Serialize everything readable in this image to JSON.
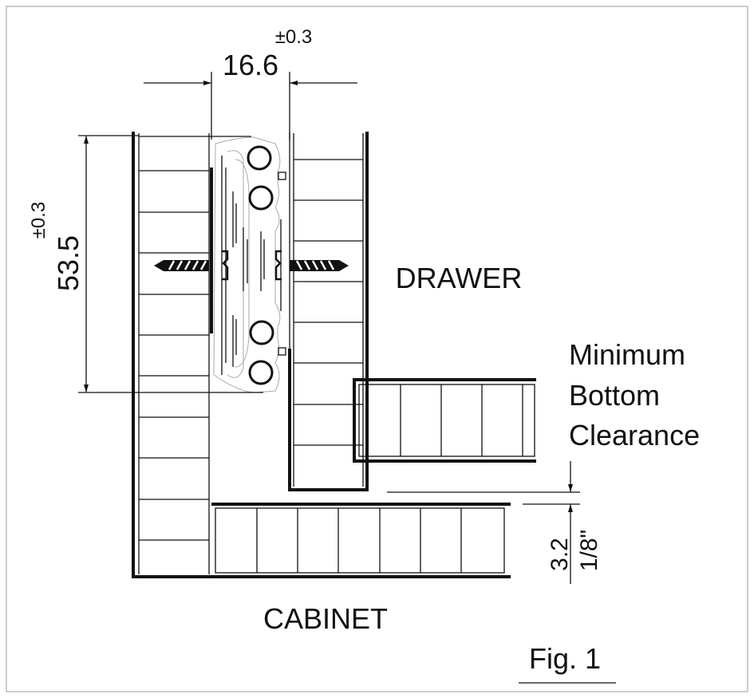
{
  "labels": {
    "drawer": "DRAWER",
    "cabinet": "CABINET",
    "clearance_line1": "Minimum",
    "clearance_line2": "Bottom",
    "clearance_line3": "Clearance",
    "figure": "Fig. 1"
  },
  "dimensions": {
    "width_value": "16.6",
    "width_tolerance": "±0.3",
    "height_value": "53.5",
    "height_tolerance": "±0.3",
    "clearance_mm": "3.2",
    "clearance_in": "1/8\""
  }
}
